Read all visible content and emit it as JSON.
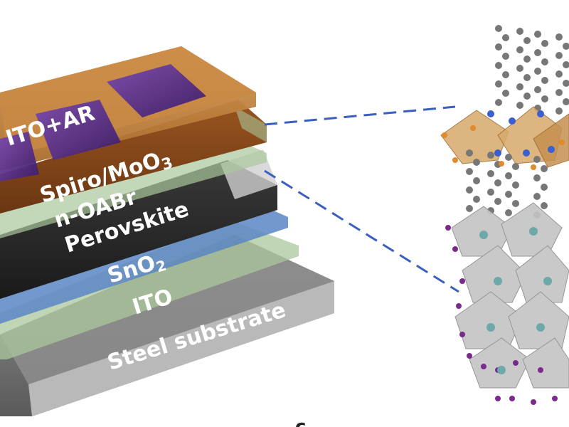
{
  "diagram": {
    "layers": [
      {
        "id": "ito_ar",
        "label": "ITO+AR",
        "sub": ""
      },
      {
        "id": "spiro",
        "label": "Spiro/MoO",
        "sub": "3"
      },
      {
        "id": "noabr",
        "label": "n-OABr",
        "sub": ""
      },
      {
        "id": "perovskite",
        "label": "Perovskite",
        "sub": ""
      },
      {
        "id": "sno2",
        "label": "SnO",
        "sub": "2"
      },
      {
        "id": "ito",
        "label": "ITO",
        "sub": ""
      },
      {
        "id": "steel",
        "label": "Steel substrate",
        "sub": ""
      }
    ],
    "panel_letter": "c",
    "colors": {
      "ito_ar": "#c07a2c",
      "ar_pad": "#5a2f8a",
      "spiro": "#8a4a1a",
      "noabr": "#a9c79a",
      "perovskite": "#2a2a2a",
      "sno2": "#5b86c4",
      "ito": "#a9c79a",
      "steel": "#7a7a7a",
      "connector": "#3b5fc0",
      "octahedron_top": "#d8a96a",
      "octahedron_bottom": "#b8b8b8",
      "atom_n": "#3a5fd0",
      "atom_c": "#777777",
      "atom_br": "#7a2a8a"
    }
  }
}
